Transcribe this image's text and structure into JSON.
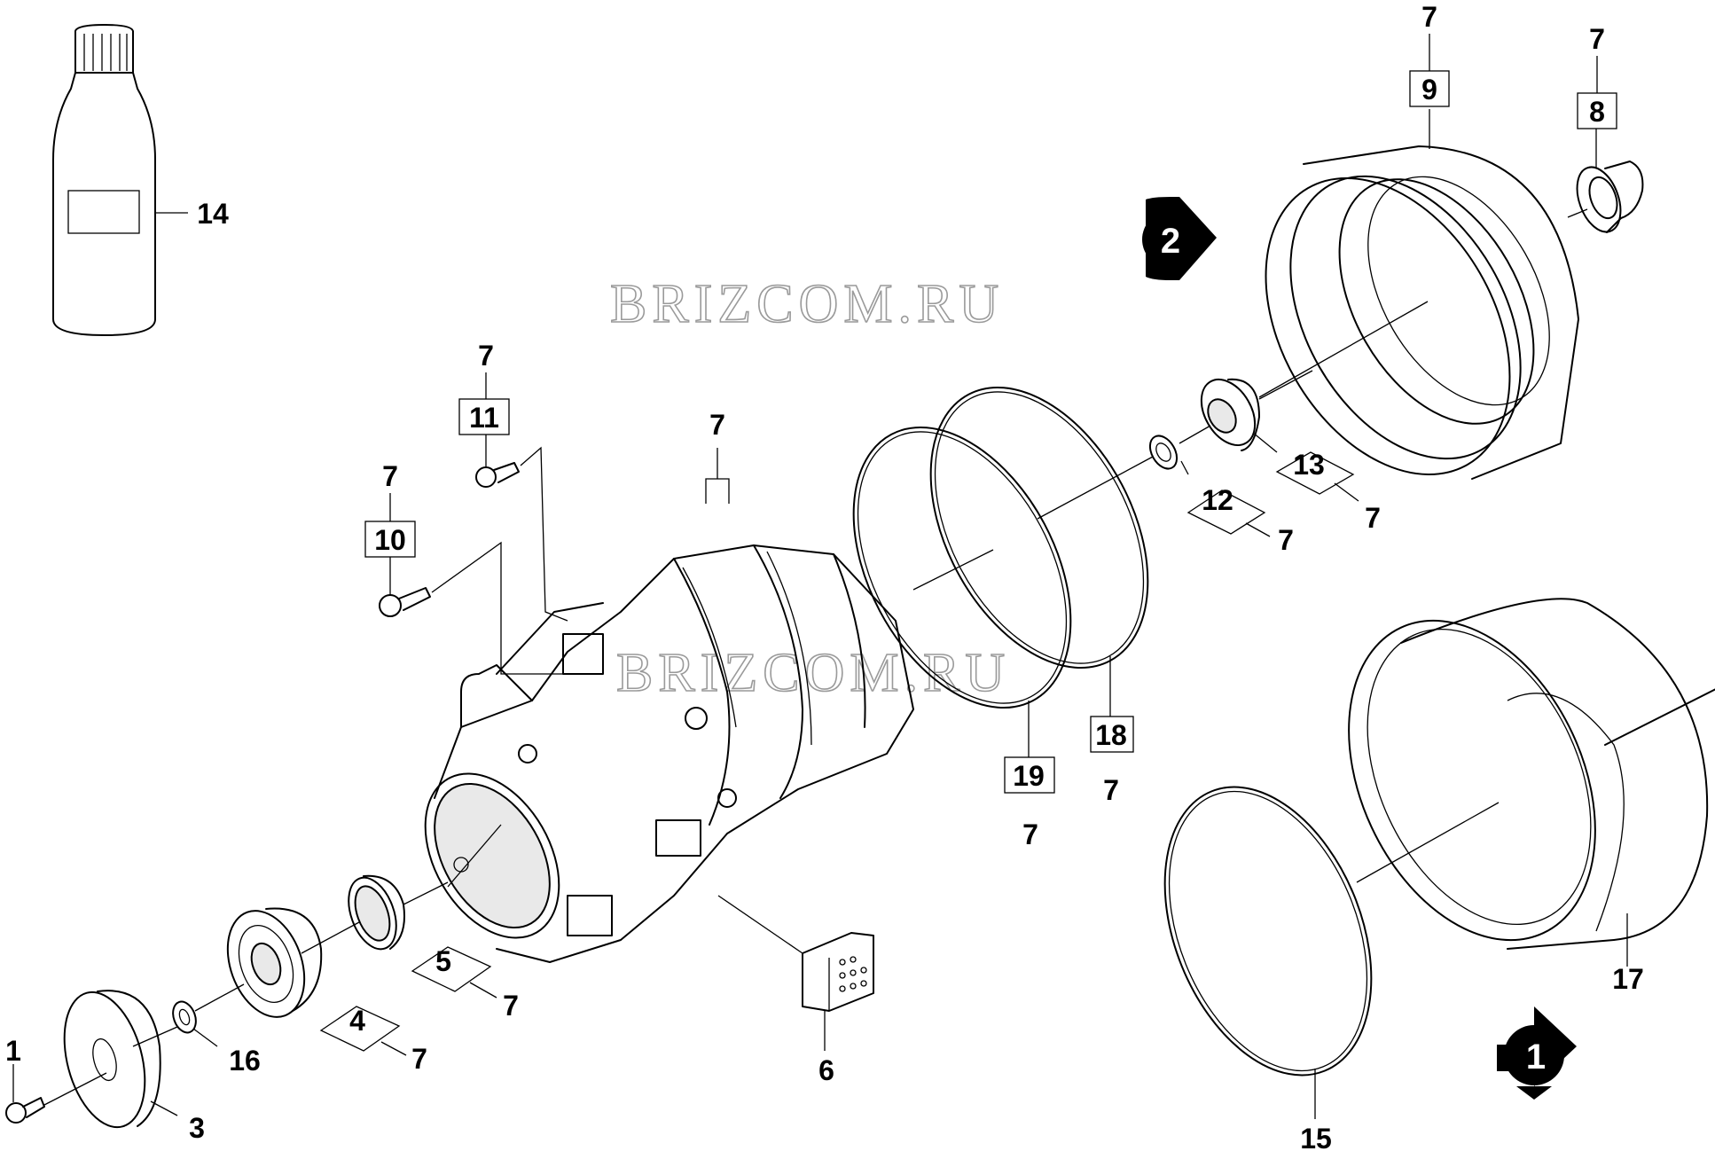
{
  "watermark": "BRIZCOM.RU",
  "labels": {
    "p1": "1",
    "p3": "3",
    "p4": "4",
    "p5": "5",
    "p6": "6",
    "p7": "7",
    "p8": "8",
    "p9": "9",
    "p10": "10",
    "p11": "11",
    "p12": "12",
    "p13": "13",
    "p14": "14",
    "p15": "15",
    "p16": "16",
    "p17": "17",
    "p18": "18",
    "p19": "19"
  },
  "view_arrows": {
    "a1": "1",
    "a2": "2"
  }
}
